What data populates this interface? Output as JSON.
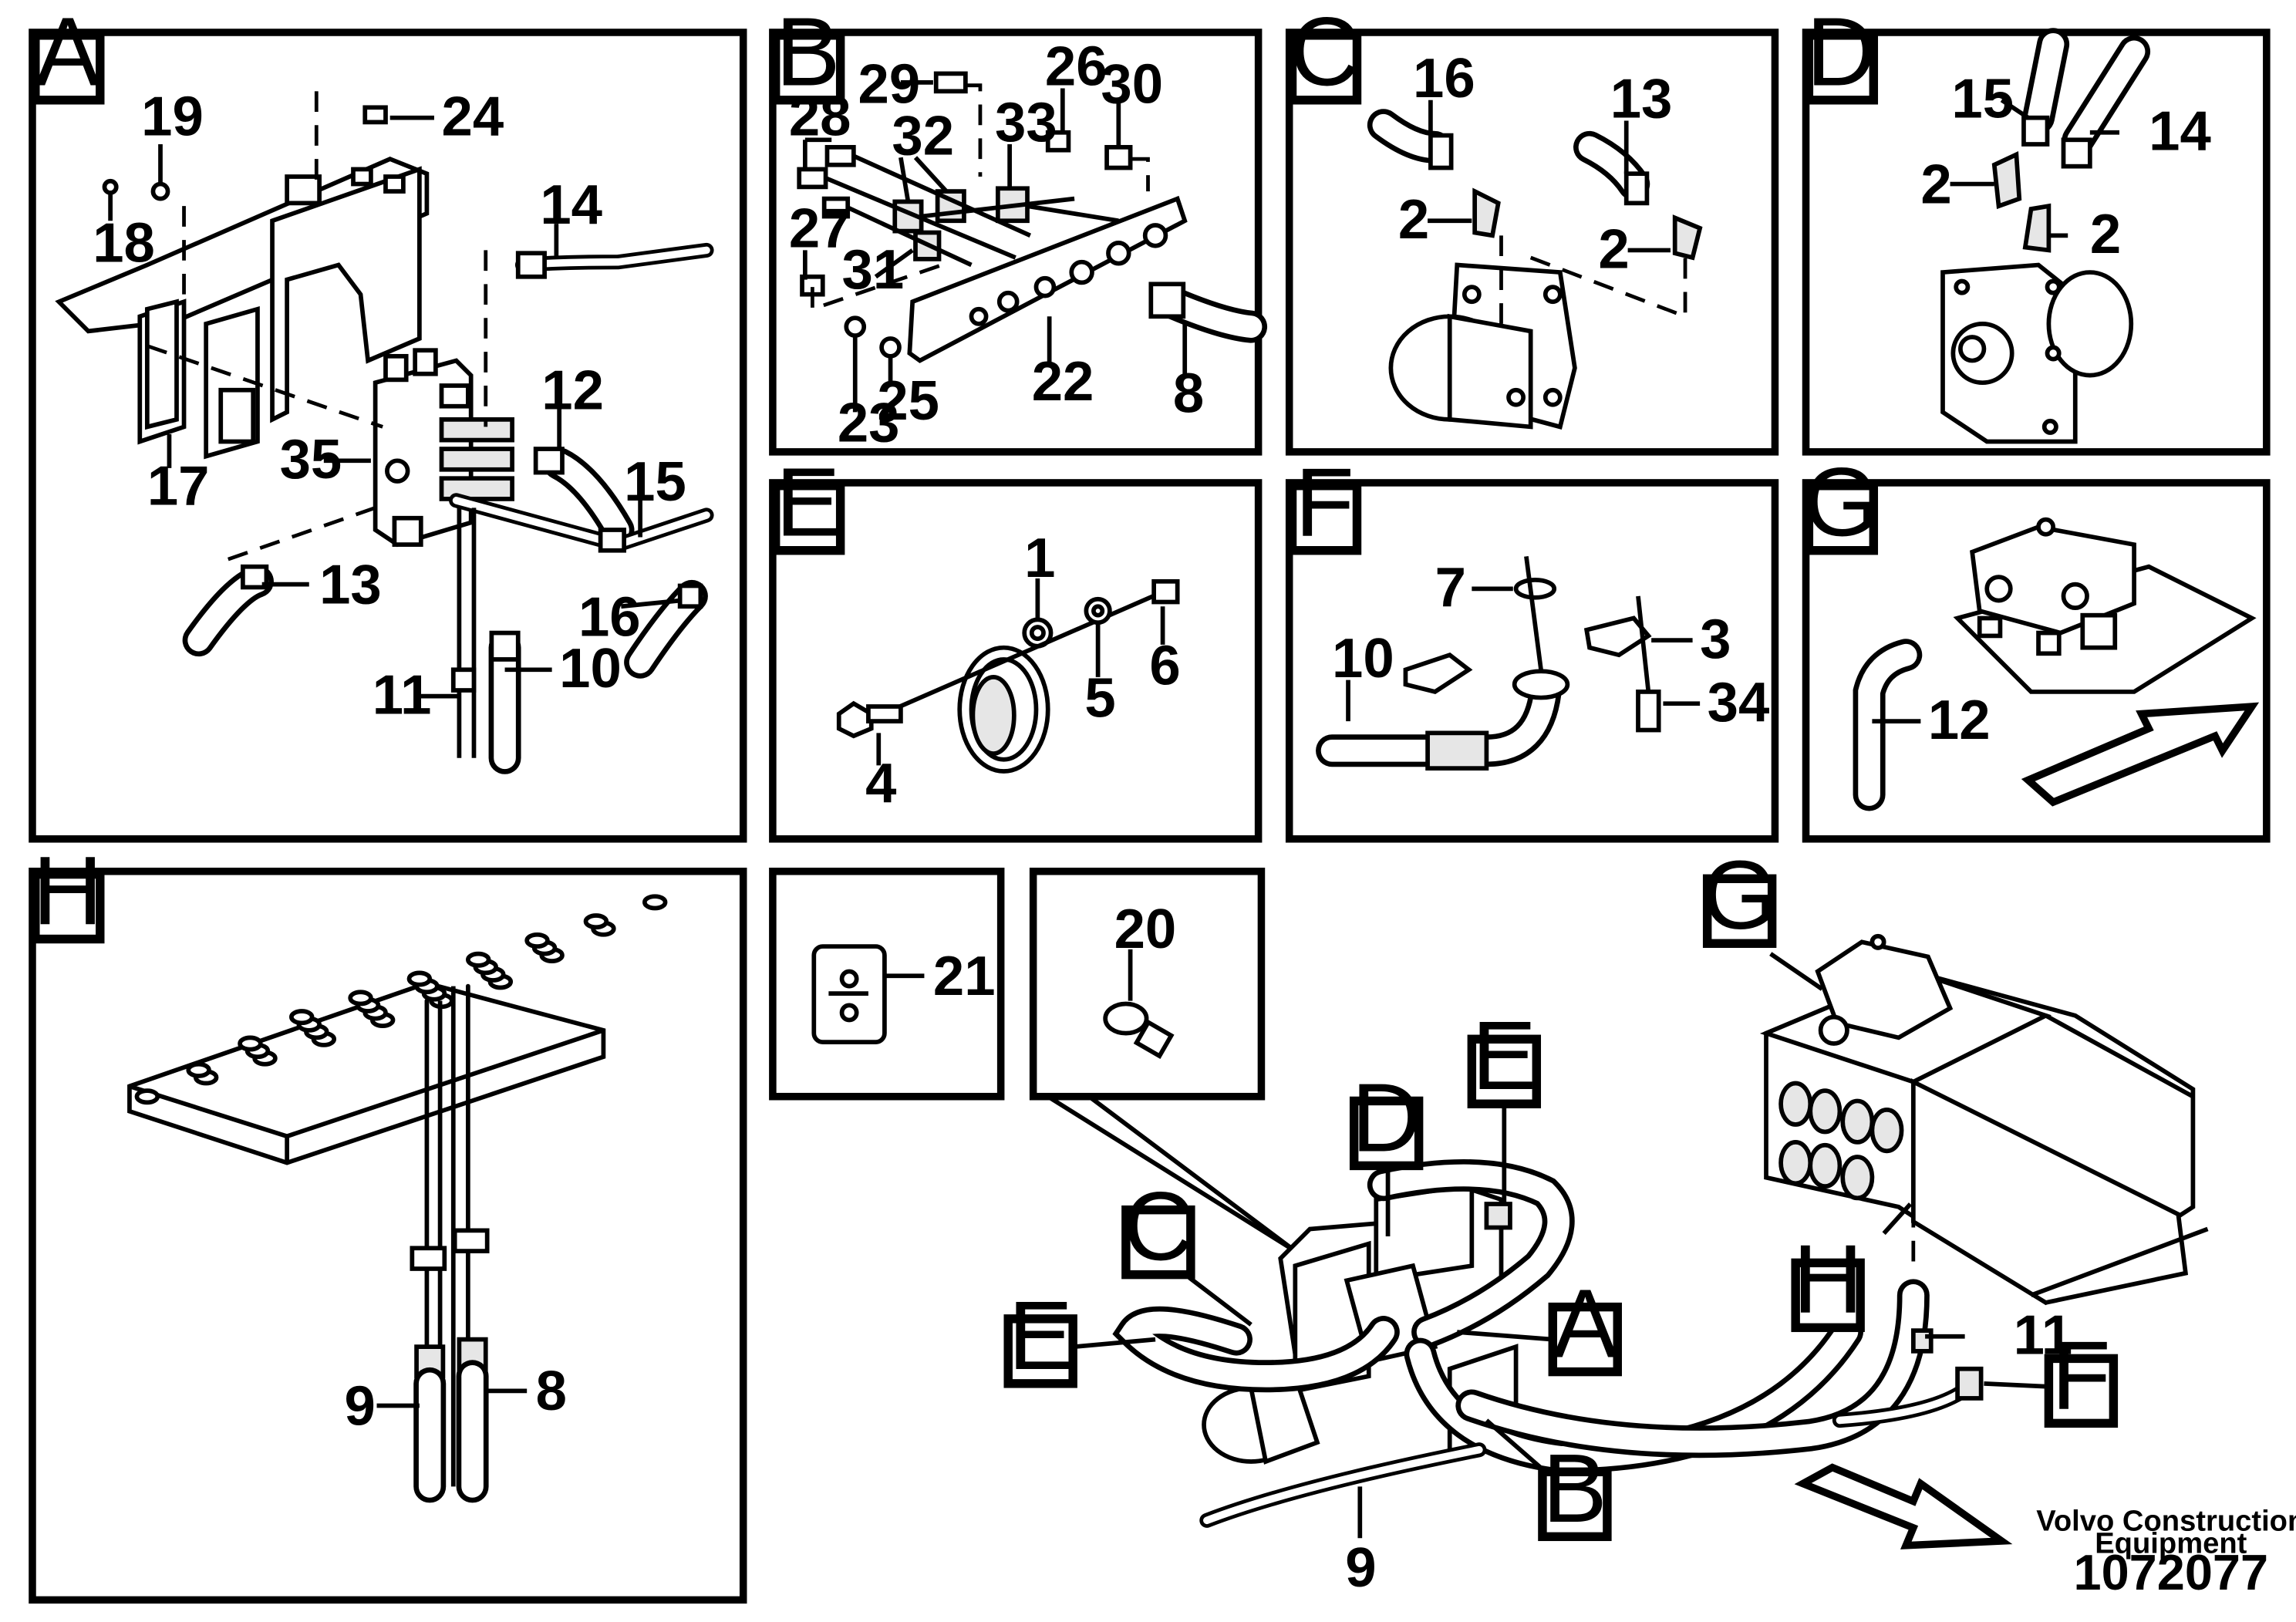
{
  "panels": {
    "A": {
      "label": "A",
      "callouts": [
        "19",
        "24",
        "18",
        "14",
        "12",
        "35",
        "17",
        "15",
        "13",
        "16",
        "10",
        "11"
      ]
    },
    "B": {
      "label": "B",
      "callouts": [
        "29",
        "26",
        "30",
        "28",
        "32",
        "33",
        "27",
        "31",
        "22",
        "8",
        "23",
        "25"
      ]
    },
    "C": {
      "label": "C",
      "callouts": [
        "16",
        "13",
        "2",
        "2"
      ]
    },
    "D": {
      "label": "D",
      "callouts": [
        "15",
        "14",
        "2",
        "2"
      ]
    },
    "E": {
      "label": "E",
      "callouts": [
        "1",
        "6",
        "5",
        "4"
      ]
    },
    "F": {
      "label": "F",
      "callouts": [
        "7",
        "3",
        "10",
        "34"
      ]
    },
    "G": {
      "label": "G",
      "callouts": [
        "12"
      ]
    },
    "H": {
      "label": "H",
      "callouts": [
        "9",
        "8"
      ]
    },
    "detail_21": {
      "callouts": [
        "21"
      ]
    },
    "detail_20": {
      "callouts": [
        "20"
      ]
    },
    "overview": {
      "tags": [
        "G",
        "E",
        "D",
        "C",
        "A",
        "E",
        "H",
        "B",
        "F"
      ],
      "callouts": [
        "11",
        "9"
      ]
    }
  },
  "footer": {
    "brand_line1": "Volvo Construction",
    "brand_line2": "Equipment",
    "drawing_number": "1072077"
  }
}
